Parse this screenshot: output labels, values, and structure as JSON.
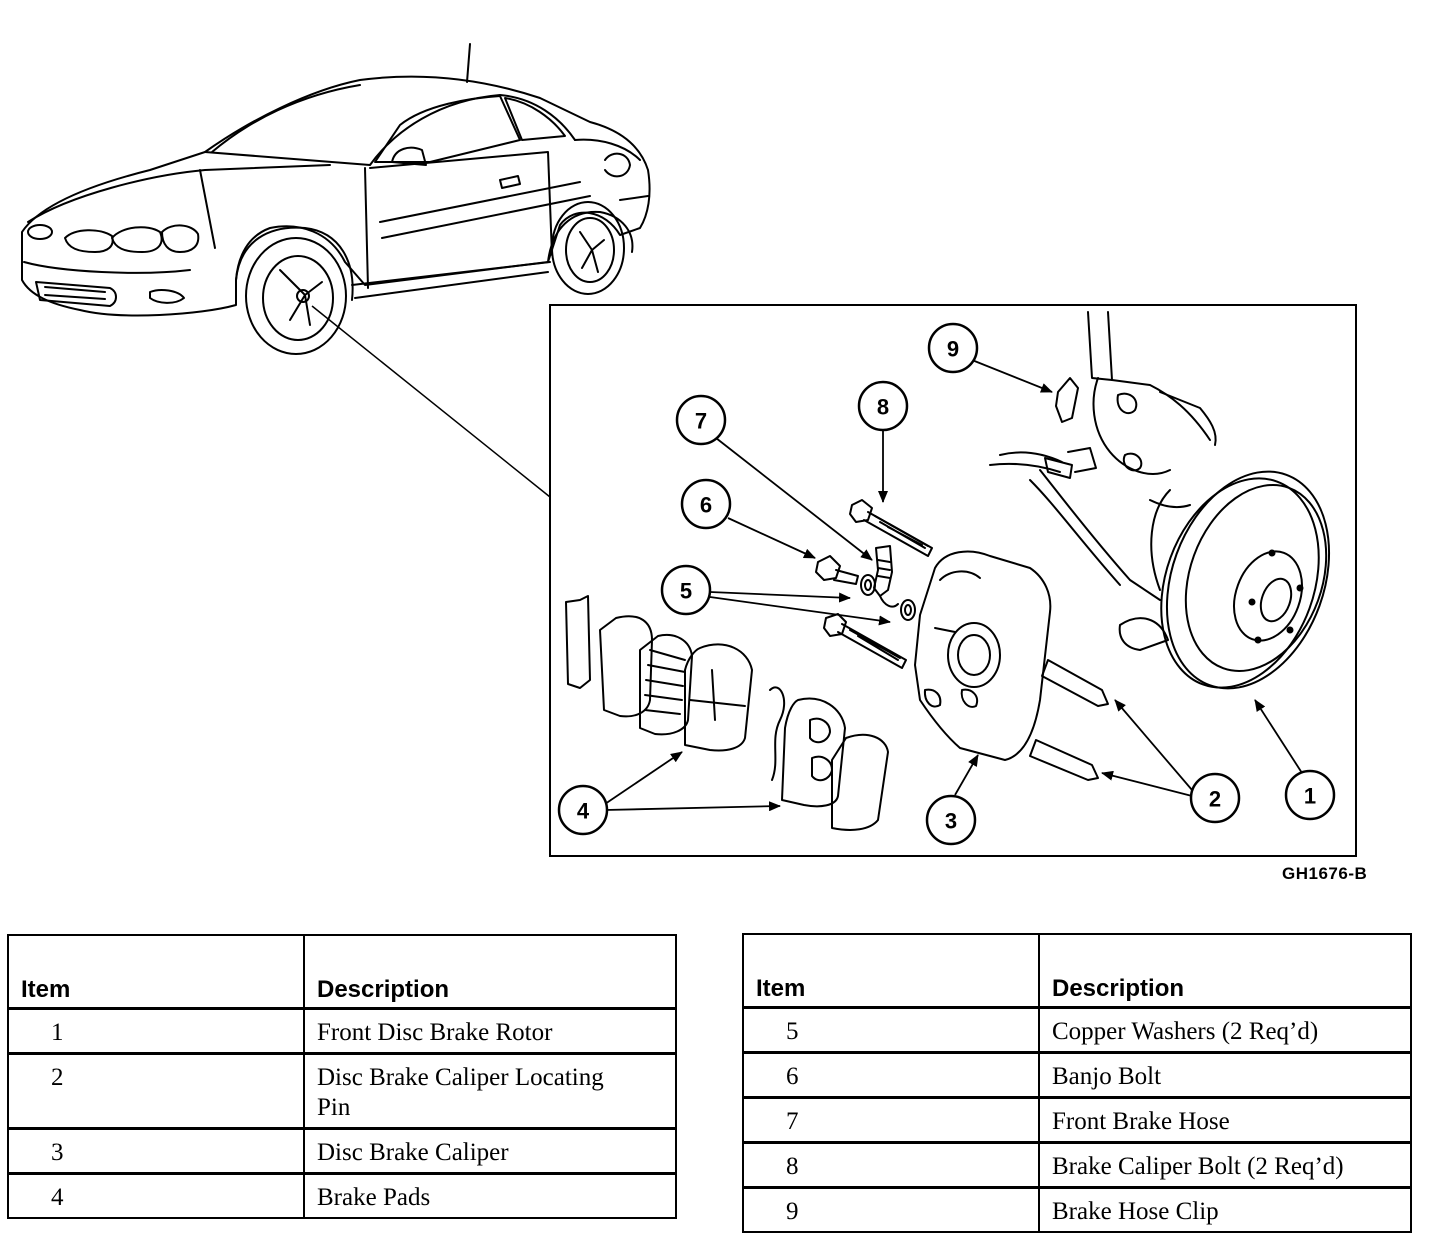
{
  "callouts": [
    "1",
    "2",
    "3",
    "4",
    "5",
    "6",
    "7",
    "8",
    "9"
  ],
  "figure_code": "GH1676-B",
  "table_left": {
    "headers": {
      "item": "Item",
      "description": "Description"
    },
    "rows": [
      {
        "item": "1",
        "description": "Front Disc Brake Rotor"
      },
      {
        "item": "2",
        "description": "Disc Brake Caliper Locating Pin"
      },
      {
        "item": "3",
        "description": "Disc Brake Caliper"
      },
      {
        "item": "4",
        "description": "Brake Pads"
      }
    ]
  },
  "table_right": {
    "headers": {
      "item": "Item",
      "description": "Description"
    },
    "rows": [
      {
        "item": "5",
        "description": "Copper Washers (2 Req’d)"
      },
      {
        "item": "6",
        "description": "Banjo Bolt"
      },
      {
        "item": "7",
        "description": "Front Brake Hose"
      },
      {
        "item": "8",
        "description": "Brake Caliper Bolt  (2 Req’d)"
      },
      {
        "item": "9",
        "description": "Brake Hose Clip"
      }
    ]
  }
}
